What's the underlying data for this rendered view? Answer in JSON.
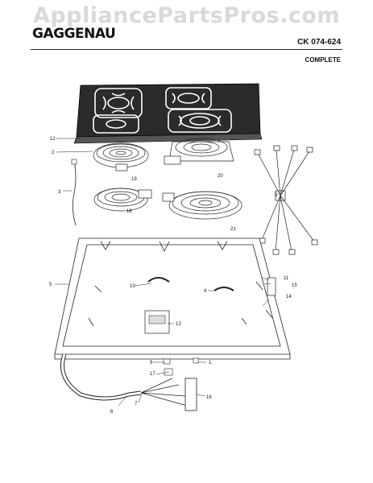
{
  "watermark": "AppliancePartsPros.com",
  "brand": "GAGGENAU",
  "model": "CK 074-624",
  "assembly": "COMPLETE",
  "callouts": [
    "1",
    "2",
    "3",
    "4",
    "5",
    "6",
    "7",
    "8",
    "9",
    "10",
    "11",
    "12",
    "13",
    "14",
    "15",
    "16",
    "17",
    "18",
    "19",
    "20",
    "21"
  ],
  "colors": {
    "line": "#222222",
    "glass": "#2b2b2b",
    "watermark": "#d9d9d9"
  }
}
